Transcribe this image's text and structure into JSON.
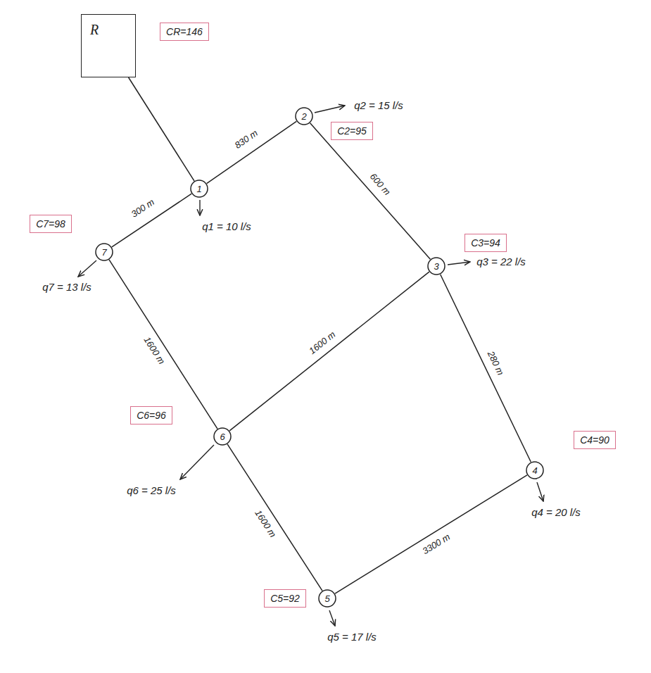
{
  "diagram": {
    "nodes": [
      {
        "text": [
          "R"
        ]
      },
      {
        "text": [
          "CR=146"
        ]
      },
      {
        "text": [
          "2"
        ]
      },
      {
        "text": [
          "C2=95"
        ]
      },
      {
        "text": [
          "1"
        ]
      },
      {
        "text": [
          "C7=98"
        ]
      },
      {
        "text": [
          "7"
        ]
      },
      {
        "text": [
          "C3=94"
        ]
      },
      {
        "text": [
          "3"
        ]
      },
      {
        "text": [
          "C6=96"
        ]
      },
      {
        "text": [
          "6"
        ]
      },
      {
        "text": [
          "C4=90"
        ]
      },
      {
        "text": [
          "4"
        ]
      },
      {
        "text": [
          "C5=92"
        ]
      },
      {
        "text": [
          "5"
        ]
      }
    ],
    "edges": [
      {
        "from": 0,
        "to": 4,
        "arrow": "none"
      },
      {
        "from": 4,
        "to": 2,
        "arrow": "none",
        "label": "830 m"
      },
      {
        "from": 4,
        "to": 6,
        "arrow": "none",
        "label": "300 m"
      },
      {
        "from": 2,
        "to": 8,
        "arrow": "none",
        "label": "600 m"
      },
      {
        "from": 8,
        "to": 12,
        "arrow": "none",
        "label": "280 m"
      },
      {
        "from": 8,
        "to": 10,
        "arrow": "none",
        "label": "1600 m"
      },
      {
        "from": 6,
        "to": 10,
        "arrow": "none",
        "label": "1600 m"
      },
      {
        "from": 10,
        "to": 14,
        "arrow": "none",
        "label": "1600 m"
      },
      {
        "from": 14,
        "to": 12,
        "arrow": "none",
        "label": "3300 m"
      }
    ],
    "labels": [
      "q1 = 10 l/s",
      "q2 = 15 l/s",
      "q3 = 22 l/s",
      "q4 = 20 l/s",
      "q5 = 17 l/s",
      "q6 = 25 l/s",
      "q7 = 13 l/s"
    ]
  }
}
